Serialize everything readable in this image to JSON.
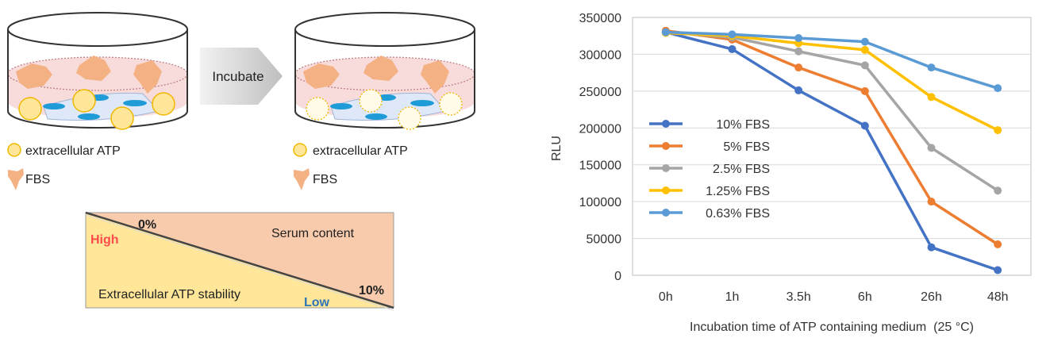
{
  "schematic": {
    "arrow_label": "Incubate",
    "legend_left": {
      "atp_label": "extracellular ATP",
      "fbs_label": "FBS"
    },
    "legend_right": {
      "atp_label": "extracellular ATP",
      "fbs_label": "FBS"
    },
    "triangle": {
      "zero_label": "0%",
      "ten_label": "10%",
      "high_label": "High",
      "low_label": "Low",
      "serum_label": "Serum content",
      "stability_label": "Extracellular ATP stability"
    },
    "colors": {
      "dish_medium": "#f8dcdc",
      "fbs": "#f4b183",
      "atp_fill": "#ffe699",
      "atp_stroke": "#f0b800",
      "cell": "#1f9bd7",
      "triangle_upper": "#f8cbad",
      "triangle_lower": "#ffe699",
      "high_color": "#ff4b4b",
      "low_color": "#2e75b6"
    }
  },
  "chart_data": {
    "type": "line",
    "categories": [
      "0h",
      "1h",
      "3.5h",
      "6h",
      "26h",
      "48h"
    ],
    "series": [
      {
        "name": "10% FBS",
        "color": "#4472c4",
        "values": [
          330000,
          307000,
          251000,
          203000,
          38000,
          7000
        ]
      },
      {
        "name": "5% FBS",
        "color": "#ed7d31",
        "values": [
          332000,
          320000,
          282000,
          250000,
          100000,
          42000
        ]
      },
      {
        "name": "2.5% FBS",
        "color": "#a5a5a5",
        "values": [
          330000,
          323000,
          304000,
          285000,
          173000,
          115000
        ]
      },
      {
        "name": "1.25% FBS",
        "color": "#ffc000",
        "values": [
          329000,
          325000,
          315000,
          306000,
          242000,
          197000
        ]
      },
      {
        "name": "0.63% FBS",
        "color": "#5b9bd5",
        "values": [
          330000,
          327000,
          322000,
          317000,
          282000,
          254000
        ]
      }
    ],
    "title": "",
    "xlabel": "Incubation time of ATP containing medium  (25 °C)",
    "ylabel": "RLU",
    "ylim": [
      0,
      350000
    ],
    "yticks": [
      0,
      50000,
      100000,
      150000,
      200000,
      250000,
      300000,
      350000
    ],
    "grid": "horizontal",
    "legend_position": "inside-left"
  }
}
